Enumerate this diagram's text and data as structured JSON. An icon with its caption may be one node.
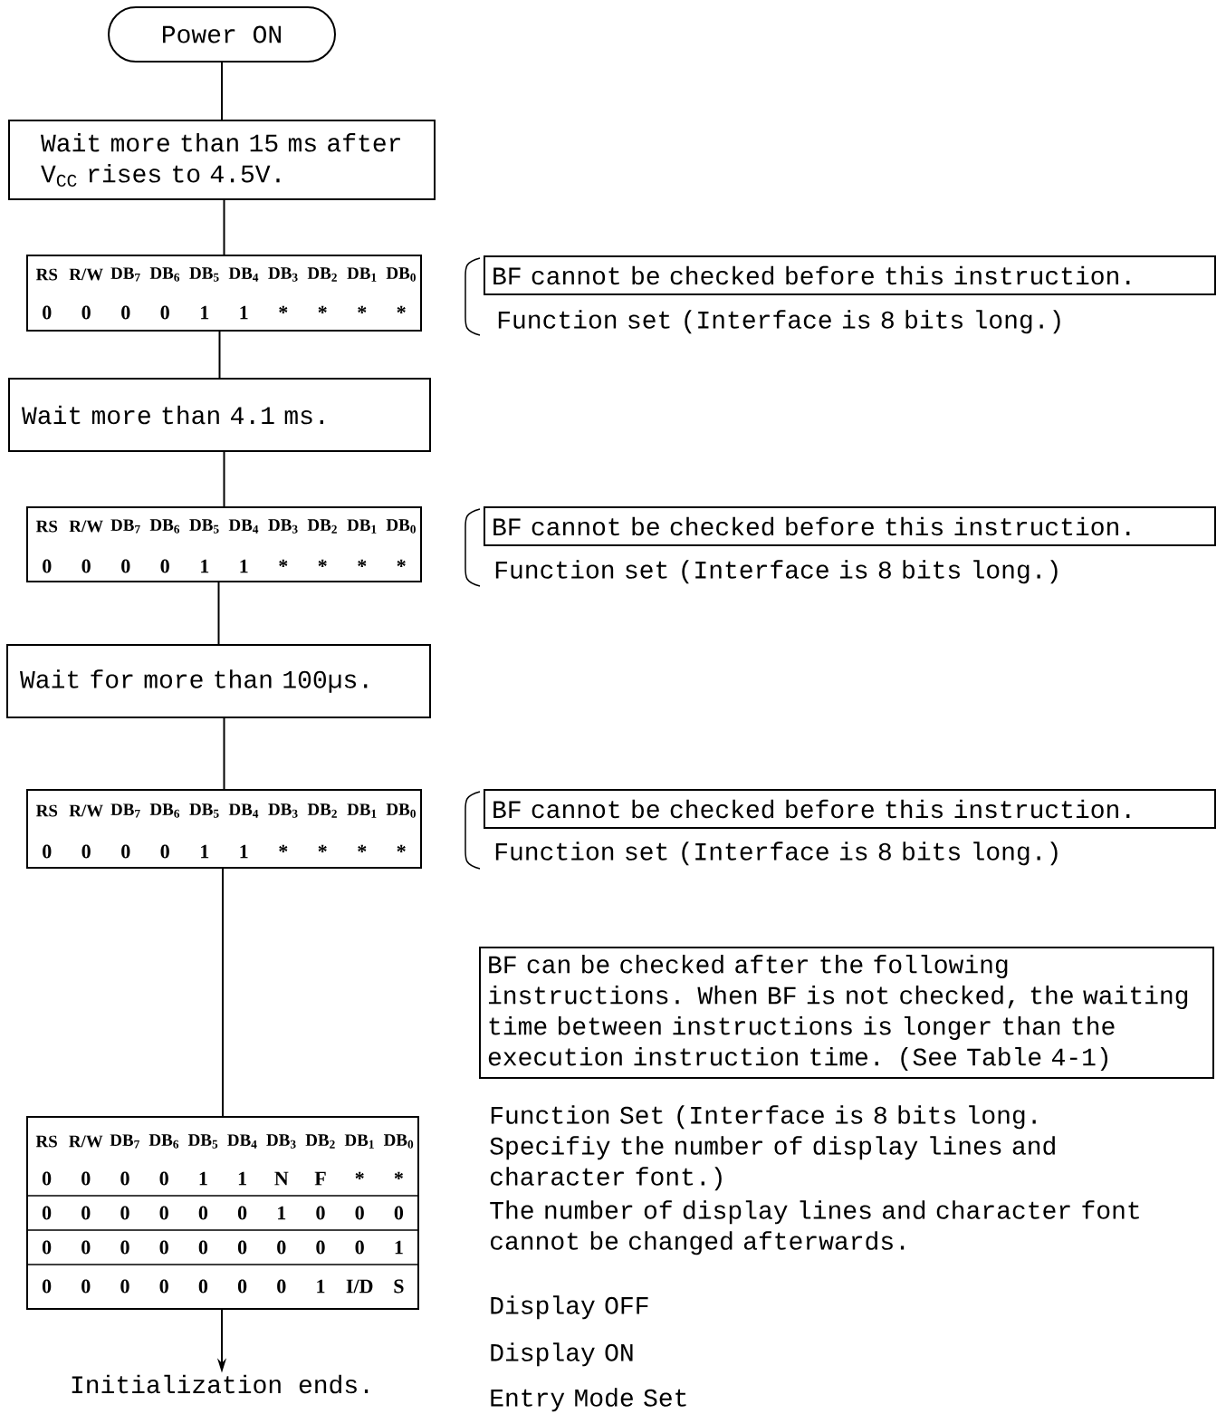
{
  "diagram": {
    "nodes": [
      {
        "text": [
          "Power ON"
        ]
      },
      {
        "text": [
          "Wait more than 15 ms after V$_{CC}$ rises to 4.5V."
        ]
      },
      {
        "text": [
          "RS",
          "R/W",
          "DB$_{7}$",
          "DB$_{6}$",
          "DB$_{5}$",
          "DB$_{4}$",
          "DB$_{3}$",
          "DB$_{2}$",
          "DB$_{1}$",
          "DB$_{0}$",
          "0",
          "0",
          "0",
          "0",
          "1",
          "1",
          "*",
          "*",
          "*",
          "*"
        ]
      },
      {
        "text": [
          "BF cannot be checked before this instruction."
        ]
      },
      {
        "text": [
          "Wait more than 4.1 ms."
        ]
      },
      {
        "text": [
          "RS",
          "R/W",
          "DB$_{7}$",
          "DB$_{6}$",
          "DB$_{5}$",
          "DB$_{4}$",
          "DB$_{3}$",
          "DB$_{2}$",
          "DB$_{1}$",
          "DB$_{0}$",
          "0",
          "0",
          "0",
          "0",
          "1",
          "1",
          "*",
          "*",
          "*",
          "*"
        ]
      },
      {
        "text": [
          "BF cannot be checked before this instruction."
        ]
      },
      {
        "text": [
          "Wait for more than 100µs."
        ]
      },
      {
        "text": [
          "RS",
          "R/W",
          "DB$_{7}$",
          "DB$_{6}$",
          "DB$_{5}$",
          "DB$_{4}$",
          "DB$_{3}$",
          "DB$_{2}$",
          "DB$_{1}$",
          "DB$_{0}$",
          "0",
          "0",
          "0",
          "0",
          "1",
          "1",
          "*",
          "*",
          "*",
          "*"
        ]
      },
      {
        "text": [
          "BF cannot be checked before this instruction."
        ]
      },
      {
        "text": [
          "BF can be checked after the following instructions. When BF is not checked, the waiting time between instructions is longer than the execution instruction time. (See Table 4-1)"
        ]
      },
      {
        "text": [
          "RS",
          "R/W",
          "DB$_{7}$",
          "DB$_{6}$",
          "DB$_{5}$",
          "DB$_{4}$",
          "DB$_{3}$",
          "DB$_{2}$",
          "DB$_{1}$",
          "DB$_{0}$",
          "0",
          "0",
          "0",
          "0",
          "1",
          "1",
          "N",
          "F",
          "*",
          "*",
          "0",
          "0",
          "0",
          "0",
          "0",
          "0",
          "1",
          "0",
          "0",
          "0",
          "0",
          "0",
          "0",
          "0",
          "0",
          "0",
          "0",
          "0",
          "0",
          "1",
          "0",
          "0",
          "0",
          "0",
          "0",
          "0",
          "0",
          "1",
          "I/D",
          "S"
        ]
      },
      {
        "text": [
          "Initialization ends."
        ]
      }
    ],
    "edges": [
      {
        "from": 0,
        "to": 1,
        "arrow": "none"
      },
      {
        "from": 1,
        "to": 2,
        "arrow": "none"
      },
      {
        "from": 2,
        "to": 4,
        "arrow": "none"
      },
      {
        "from": 4,
        "to": 5,
        "arrow": "none"
      },
      {
        "from": 5,
        "to": 7,
        "arrow": "none"
      },
      {
        "from": 7,
        "to": 8,
        "arrow": "none"
      },
      {
        "from": 8,
        "to": 11,
        "arrow": "none"
      },
      {
        "from": 11,
        "to": 12,
        "arrow": "to"
      }
    ],
    "labels": [
      "Function set (Interface is 8 bits long.)",
      "Function set (Interface is 8 bits long.)",
      "Function set (Interface is 8 bits long.)",
      "Function Set (Interface is 8 bits long. Specifiy the number of display lines and character font.)",
      "The number of display lines and character font cannot be changed afterwards.",
      "Display OFF",
      "Display ON",
      "Entry Mode Set"
    ]
  }
}
